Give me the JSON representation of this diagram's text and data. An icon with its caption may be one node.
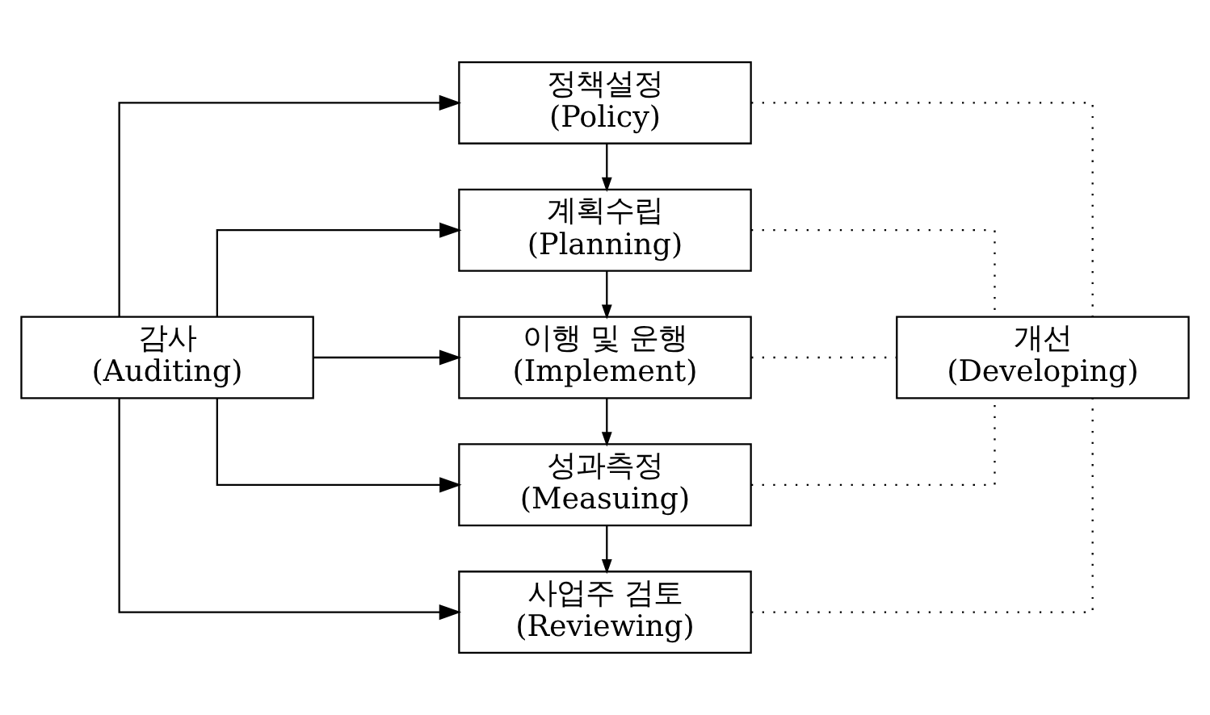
{
  "diagram": {
    "nodes": [
      {
        "text": [
          "감사",
          "(Auditing)"
        ]
      },
      {
        "text": [
          "정책설정",
          "(Policy)"
        ]
      },
      {
        "text": [
          "계획수립",
          "(Planning)"
        ]
      },
      {
        "text": [
          "이행 및 운행",
          "(Implement)"
        ]
      },
      {
        "text": [
          "성과측정",
          "(Measuing)"
        ]
      },
      {
        "text": [
          "사업주 검토",
          "(Reviewing)"
        ]
      },
      {
        "text": [
          "개선",
          "(Developing)"
        ]
      }
    ],
    "edges": [
      {
        "from": 0,
        "to": 1,
        "arrow": "to"
      },
      {
        "from": 0,
        "to": 2,
        "arrow": "to"
      },
      {
        "from": 0,
        "to": 3,
        "arrow": "to"
      },
      {
        "from": 0,
        "to": 4,
        "arrow": "to"
      },
      {
        "from": 0,
        "to": 5,
        "arrow": "to"
      },
      {
        "from": 1,
        "to": 2,
        "arrow": "to"
      },
      {
        "from": 2,
        "to": 3,
        "arrow": "to"
      },
      {
        "from": 3,
        "to": 4,
        "arrow": "to"
      },
      {
        "from": 4,
        "to": 5,
        "arrow": "to"
      },
      {
        "from": 1,
        "to": 6,
        "arrow": "none",
        "style": "dashed"
      },
      {
        "from": 2,
        "to": 6,
        "arrow": "none",
        "style": "dashed"
      },
      {
        "from": 3,
        "to": 6,
        "arrow": "none",
        "style": "dashed"
      },
      {
        "from": 4,
        "to": 6,
        "arrow": "none",
        "style": "dashed"
      },
      {
        "from": 5,
        "to": 6,
        "arrow": "none",
        "style": "dashed"
      }
    ]
  }
}
